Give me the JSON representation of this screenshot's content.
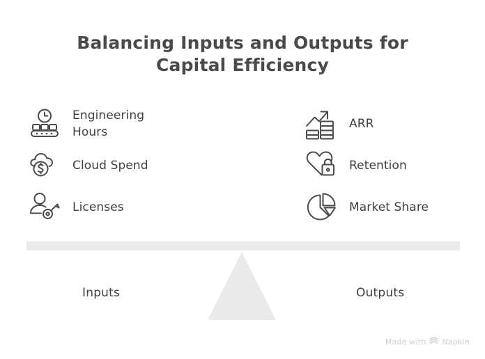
{
  "title": "Balancing Inputs and Outputs for Capital Efficiency",
  "colors": {
    "icon_stroke": "#4a4a4a",
    "text": "#3f3f3f",
    "title": "#4a4a4a",
    "beam": "#eaeaea",
    "fulcrum": "#eaeaea",
    "watermark": "#cdcdcd",
    "background": "#ffffff"
  },
  "inputs": {
    "caption": "Inputs",
    "items": [
      {
        "label": "Engineering Hours",
        "icon": "conveyor-belt-clock-icon"
      },
      {
        "label": "Cloud Spend",
        "icon": "cloud-dollar-icon"
      },
      {
        "label": "Licenses",
        "icon": "user-key-icon"
      }
    ]
  },
  "outputs": {
    "caption": "Outputs",
    "items": [
      {
        "label": "ARR",
        "icon": "growth-arrow-coins-icon"
      },
      {
        "label": "Retention",
        "icon": "heart-lock-icon"
      },
      {
        "label": "Market Share",
        "icon": "pie-chart-icon"
      }
    ]
  },
  "watermark": {
    "prefix": "Made with",
    "brand": "Napkin",
    "logo": "napkin-chevron-logo"
  }
}
